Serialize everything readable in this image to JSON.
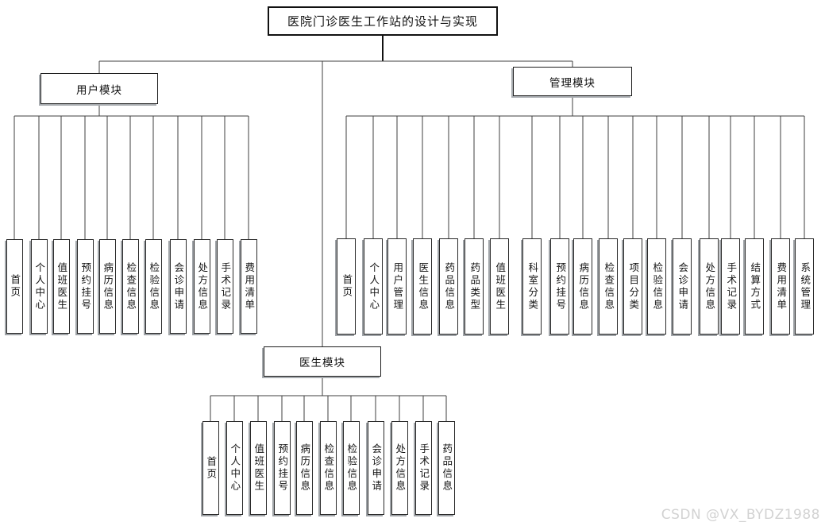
{
  "title": {
    "label": "医院门诊医生工作站的设计与实现"
  },
  "modules": [
    {
      "label": "用户模块",
      "children": [
        "首页",
        "个人中心",
        "值班医生",
        "预约挂号",
        "病历信息",
        "检查信息",
        "检验信息",
        "会诊申请",
        "处方信息",
        "手术记录",
        "费用清单"
      ]
    },
    {
      "label": "管理模块",
      "children": [
        "首页",
        "个人中心",
        "用户管理",
        "医生信息",
        "药品信息",
        "药品类型",
        "值班医生",
        "科室分类",
        "预约挂号",
        "病历信息",
        "检查信息",
        "项目分类",
        "检验信息",
        "会诊申请",
        "处方信息",
        "手术记录",
        "结算方式",
        "费用清单",
        "系统管理"
      ]
    },
    {
      "label": "医生模块",
      "children": [
        "首页",
        "个人中心",
        "值班医生",
        "预约挂号",
        "病历信息",
        "检查信息",
        "检验信息",
        "会诊申请",
        "处方信息",
        "手术记录",
        "药品信息"
      ]
    }
  ],
  "watermark": {
    "label": "CSDN @VX_BYDZ1988",
    "color": "#d2d2d2"
  },
  "colors": {
    "line": "#3f3f3f",
    "title_line": "#111111",
    "box_border": "#1f1f1f",
    "box_shadow": "#a0a4a8",
    "background": "#ffffff"
  }
}
